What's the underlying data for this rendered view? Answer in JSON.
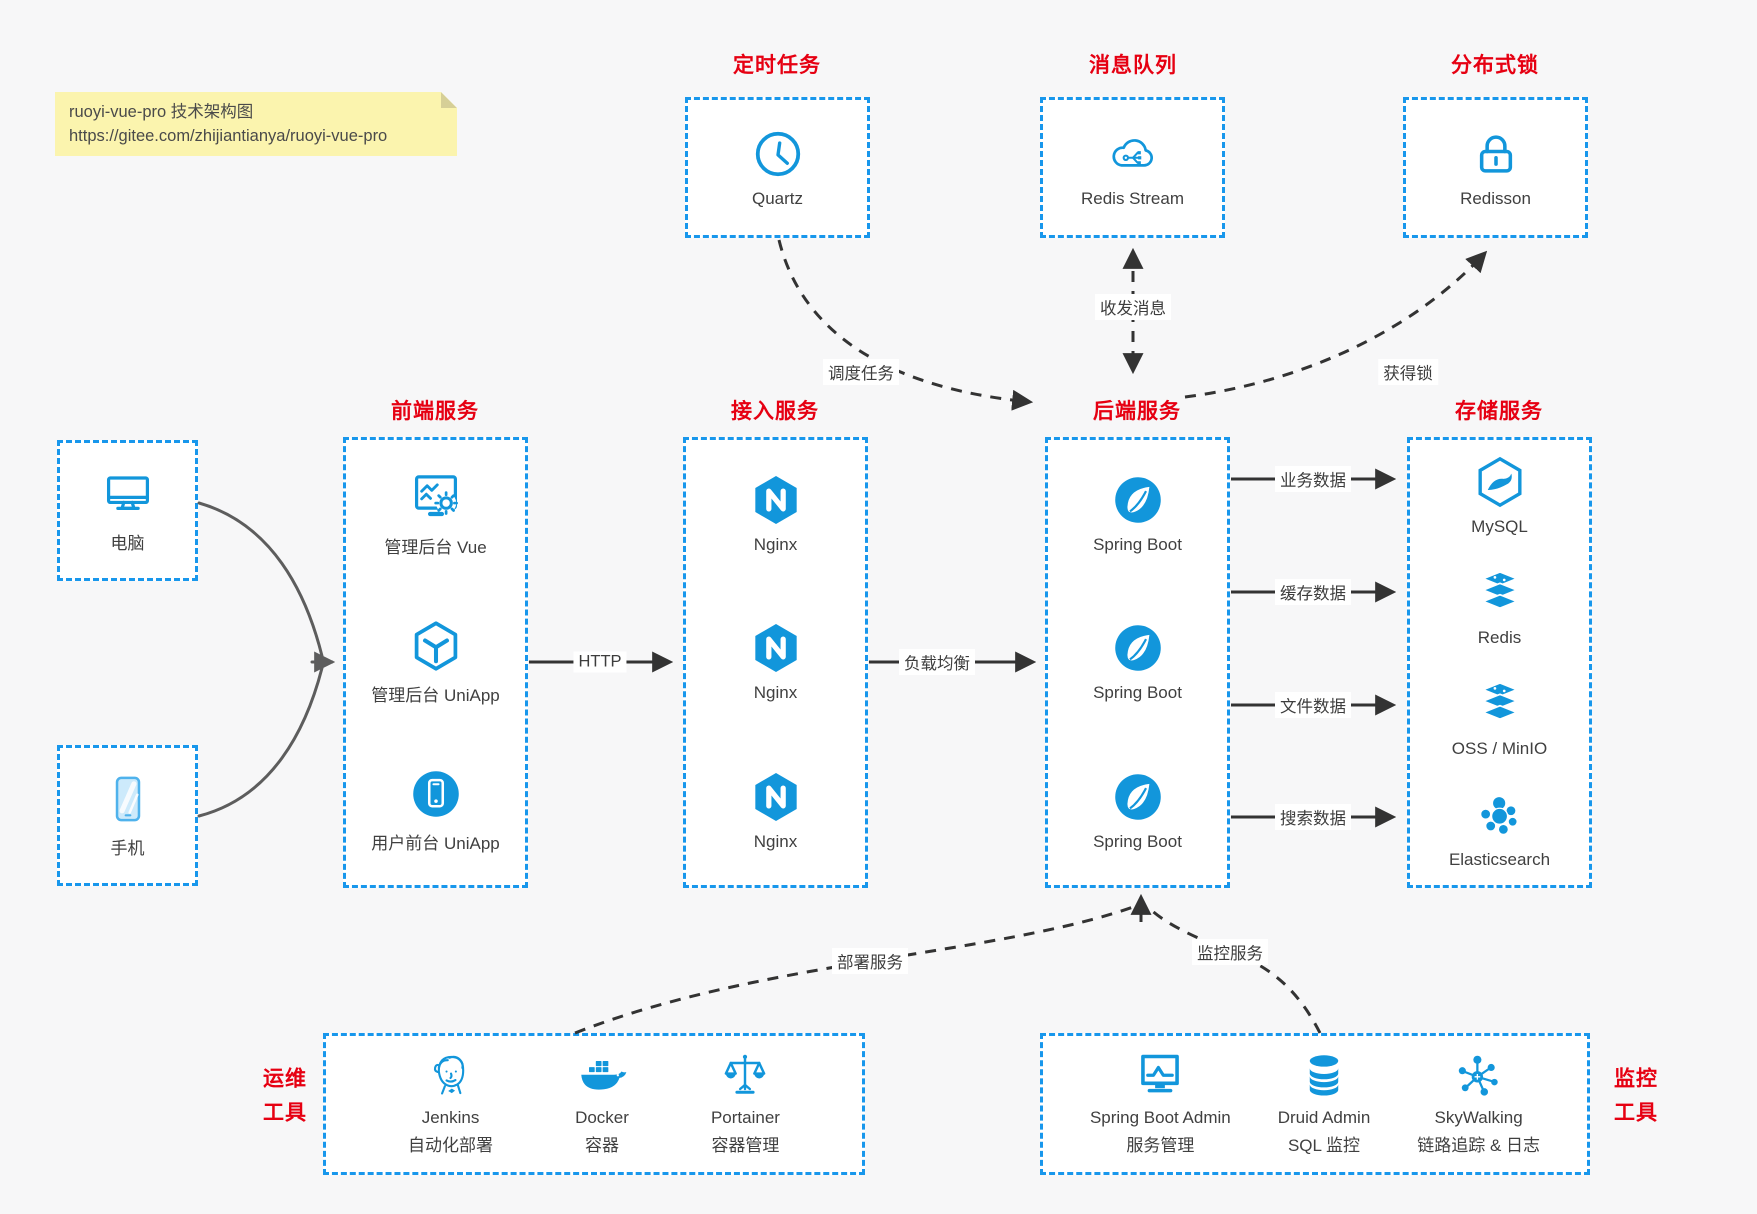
{
  "note": {
    "line1": "ruoyi-vue-pro 技术架构图",
    "line2": "https://gitee.com/zhijiantianya/ruoyi-vue-pro"
  },
  "top_groups": [
    {
      "title": "定时任务",
      "item": {
        "label": "Quartz",
        "icon": "clock-icon"
      }
    },
    {
      "title": "消息队列",
      "item": {
        "label": "Redis Stream",
        "icon": "cloud-stream-icon"
      }
    },
    {
      "title": "分布式锁",
      "item": {
        "label": "Redisson",
        "icon": "lock-icon"
      }
    }
  ],
  "devices": [
    {
      "label": "电脑",
      "icon": "desktop-icon"
    },
    {
      "label": "手机",
      "icon": "phone-icon"
    }
  ],
  "columns": [
    {
      "title": "前端服务",
      "items": [
        {
          "label": "管理后台 Vue",
          "icon": "admin-vue-icon"
        },
        {
          "label": "管理后台 UniApp",
          "icon": "uniapp-cube-icon"
        },
        {
          "label": "用户前台 UniApp",
          "icon": "user-app-icon"
        }
      ]
    },
    {
      "title": "接入服务",
      "items": [
        {
          "label": "Nginx",
          "icon": "nginx-icon"
        },
        {
          "label": "Nginx",
          "icon": "nginx-icon"
        },
        {
          "label": "Nginx",
          "icon": "nginx-icon"
        }
      ]
    },
    {
      "title": "后端服务",
      "items": [
        {
          "label": "Spring Boot",
          "icon": "spring-boot-icon"
        },
        {
          "label": "Spring Boot",
          "icon": "spring-boot-icon"
        },
        {
          "label": "Spring Boot",
          "icon": "spring-boot-icon"
        }
      ]
    },
    {
      "title": "存储服务",
      "items": [
        {
          "label": "MySQL",
          "icon": "mysql-icon"
        },
        {
          "label": "Redis",
          "icon": "redis-stack-icon"
        },
        {
          "label": "OSS / MinIO",
          "icon": "storage-stack-icon"
        },
        {
          "label": "Elasticsearch",
          "icon": "elasticsearch-icon"
        }
      ]
    }
  ],
  "tool_groups": [
    {
      "side_label_line1": "运维",
      "side_label_line2": "工具",
      "items": [
        {
          "label": "Jenkins",
          "sub": "自动化部署",
          "icon": "jenkins-icon"
        },
        {
          "label": "Docker",
          "sub": "容器",
          "icon": "docker-icon"
        },
        {
          "label": "Portainer",
          "sub": "容器管理",
          "icon": "portainer-icon"
        }
      ]
    },
    {
      "side_label_line1": "监控",
      "side_label_line2": "工具",
      "items": [
        {
          "label": "Spring Boot Admin",
          "sub": "服务管理",
          "icon": "spring-admin-icon"
        },
        {
          "label": "Druid Admin",
          "sub": "SQL 监控",
          "icon": "druid-icon"
        },
        {
          "label": "SkyWalking",
          "sub": "链路追踪 & 日志",
          "icon": "skywalking-icon"
        }
      ]
    }
  ],
  "edges": {
    "http": "HTTP",
    "load_balance": "负载均衡",
    "schedule": "调度任务",
    "messaging": "收发消息",
    "acquire_lock": "获得锁",
    "business_data": "业务数据",
    "cache_data": "缓存数据",
    "file_data": "文件数据",
    "search_data": "搜索数据",
    "deploy": "部署服务",
    "monitor": "监控服务"
  },
  "colors": {
    "accent_blue": "#1296db",
    "border_blue": "#1897ec",
    "title_red": "#e60012",
    "text": "#404040",
    "arrow_dark": "#333333",
    "device_arrow_gray": "#5d5d5d",
    "note_bg": "#fbf4ae",
    "page_bg": "#f7f7f8",
    "panel_bg": "#ffffff"
  }
}
